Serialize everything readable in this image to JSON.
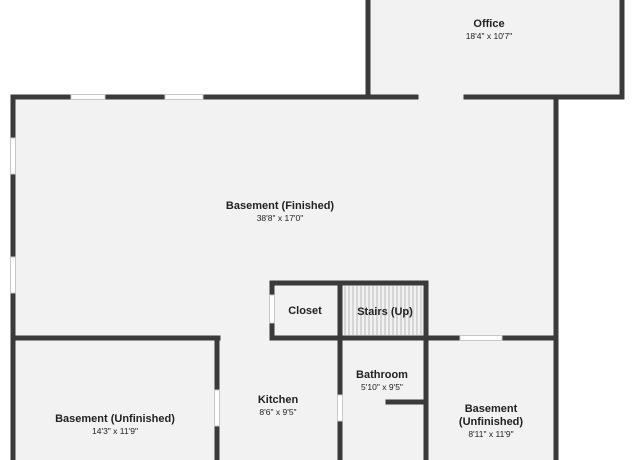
{
  "colors": {
    "wall": "#3a3a3a",
    "floor": "#f2f2f2",
    "window": "#c8c8c8",
    "background": "#ffffff",
    "text": "#222222"
  },
  "rooms": {
    "office": {
      "name": "Office",
      "dims": "18'4\" x 10'7\""
    },
    "basement_finished": {
      "name": "Basement (Finished)",
      "dims": "38'8\" x 17'0\""
    },
    "closet": {
      "name": "Closet"
    },
    "stairs": {
      "name": "Stairs (Up)"
    },
    "bathroom": {
      "name": "Bathroom",
      "dims": "5'10\" x 9'5\""
    },
    "kitchen": {
      "name": "Kitchen",
      "dims": "8'6\" x 9'5\""
    },
    "basement_unfinished_left": {
      "name": "Basement (Unfinished)",
      "dims": "14'3\" x 11'9\""
    },
    "basement_unfinished_right": {
      "name_line1": "Basement",
      "name_line2": "(Unfinished)",
      "dims": "8'11\" x 11'9\""
    }
  }
}
